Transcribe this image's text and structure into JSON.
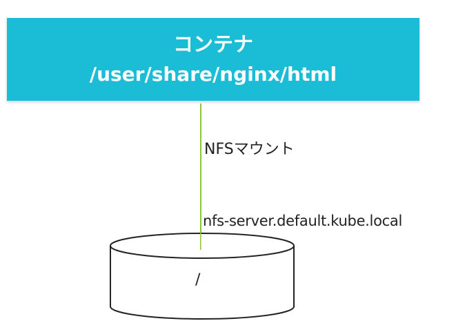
{
  "container": {
    "title": "コンテナ",
    "path": "/user/share/nginx/html",
    "color": "#1bbcd5"
  },
  "connection": {
    "label": "NFSマウント",
    "color": "#8cc43c"
  },
  "storage": {
    "server": "nfs-server.default.kube.local",
    "root": "/"
  }
}
